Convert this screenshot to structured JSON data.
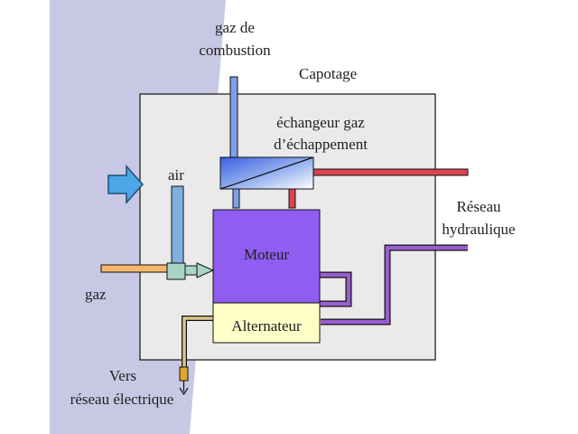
{
  "labels": {
    "gaz_combustion_1": "gaz de",
    "gaz_combustion_2": "combustion",
    "capotage": "Capotage",
    "echangeur_1": "échangeur gaz",
    "echangeur_2": "d’échappement",
    "air": "air",
    "moteur": "Moteur",
    "reseau_hydraulique_1": "Réseau",
    "reseau_hydraulique_2": "hydraulique",
    "gaz": "gaz",
    "alternateur": "Alternateur",
    "vers_reseau_1": "Vers",
    "vers_reseau_2": "réseau électrique"
  },
  "colors": {
    "background_band": "#c9c8e4",
    "enclosure_fill": "#eaeaea",
    "enclosure_stroke": "#111111",
    "moteur_fill": "#8f5df0",
    "alternateur_fill": "#ffffc8",
    "hot_water_pipe": "#d94452",
    "cold_water_pipe": "#9a5ed0",
    "gas_pipe": "#f5b86a",
    "air_pipe": "#7fb0e0",
    "exhaust_pipe": "#7fa0e6",
    "electric_cable": "#d8c890"
  },
  "icons": {
    "inlet_arrow": "arrow-right-icon",
    "mixer_arrow": "arrow-right-icon",
    "electric_output_arrow": "arrow-down-icon"
  }
}
